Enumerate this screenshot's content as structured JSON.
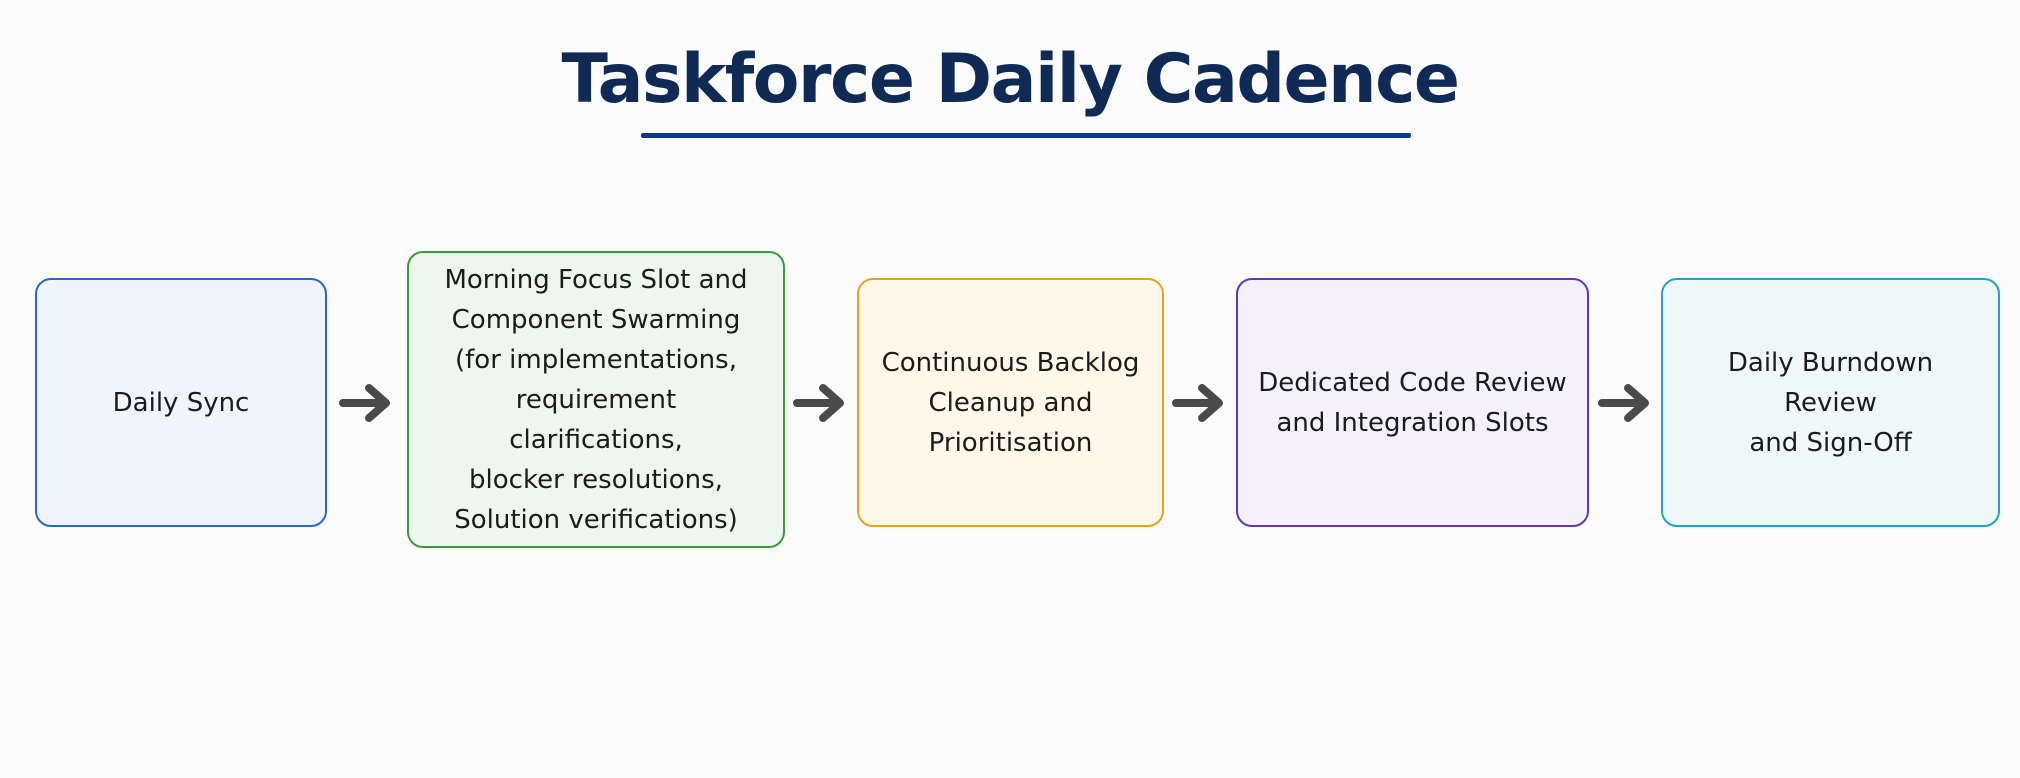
{
  "title": "Taskforce Daily Cadence",
  "colors": {
    "title": "#0f2a55",
    "title_rule": "#0f3a86",
    "arrow": "#4a4a4a",
    "box_borders": [
      "#2a66c9",
      "#3a9b3e",
      "#e2a321",
      "#6436b4",
      "#1fa5b8"
    ],
    "box_fills": [
      "#eff4fd",
      "#eef7ef",
      "#fdf8ea",
      "#f4f1fb",
      "#eef8f9"
    ]
  },
  "steps": [
    {
      "label": "Daily Sync"
    },
    {
      "label": "Morning Focus Slot and\nComponent Swarming\n(for implementations,\nrequirement clarifications,\nblocker resolutions,\nSolution verifications)"
    },
    {
      "label": "Continuous Backlog\nCleanup and\nPrioritisation"
    },
    {
      "label": "Dedicated Code Review\nand Integration Slots"
    },
    {
      "label": "Daily Burndown Review\nand Sign-Off"
    }
  ],
  "arrows": [
    "right-arrow-icon",
    "right-arrow-icon",
    "right-arrow-icon",
    "right-arrow-icon"
  ]
}
